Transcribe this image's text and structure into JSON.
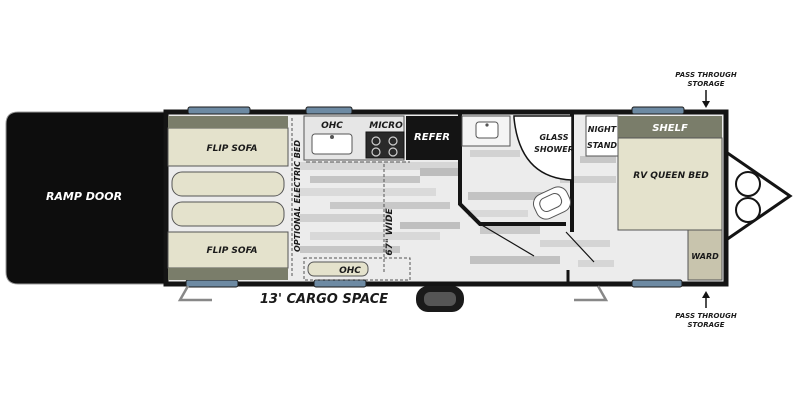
{
  "labels": {
    "ramp_door": "RAMP DOOR",
    "flip_sofa_top": "FLIP SOFA",
    "flip_sofa_bottom": "FLIP SOFA",
    "optional_electric_bed": "OPTIONAL ELECTRIC BED",
    "ohc_top": "OHC",
    "ohc_bottom": "OHC",
    "micro": "MICRO",
    "refer": "REFER",
    "glass_shower": [
      "GLASS",
      "SHOWER"
    ],
    "night_stand": [
      "NIGHT",
      "STAND"
    ],
    "shelf": "SHELF",
    "rv_queen_bed": "RV QUEEN BED",
    "ward": "WARD",
    "width_dimension": "67\" WIDE",
    "cargo_space": "13' CARGO SPACE",
    "pass_through_top": [
      "PASS THROUGH",
      "STORAGE"
    ],
    "pass_through_bottom": [
      "PASS THROUGH",
      "STORAGE"
    ]
  },
  "colors": {
    "wall": "#141414",
    "ramp": "#0d0d0d",
    "sofa": "#e4e2cc",
    "bed": "#e4e2cc",
    "shelf": "#7a7d6a",
    "window": "#6d8aa3",
    "floor_light": "#eeeeee",
    "floor_mid": "#d4d4d4",
    "floor_dark": "#bdbdbd"
  }
}
